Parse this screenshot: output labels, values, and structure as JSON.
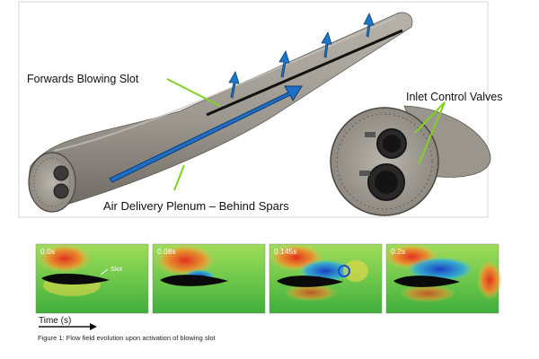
{
  "labels": {
    "forwards_slot": "Forwards Blowing Slot",
    "inlet_valves": "Inlet Control Valves",
    "plenum": "Air Delivery Plenum – Behind Spars",
    "slot_marker": "Slot",
    "time_axis": "Time (s)"
  },
  "frames": [
    {
      "time": "0.0s"
    },
    {
      "time": "0.08s"
    },
    {
      "time": "0.145s"
    },
    {
      "time": "0.2s"
    }
  ],
  "caption": "Figure 1: Flow field evolution upon activation of blowing slot",
  "colors": {
    "blade": "#9c9890",
    "plenum_arrow": "#1e6fc8",
    "slot_line": "#111111",
    "leader_line": "#7ed321",
    "flow_arrow": "#1c78c8",
    "cfd_red": "#e8402a",
    "cfd_green": "#7ed04a",
    "cfd_blue": "#1f4fd0"
  }
}
